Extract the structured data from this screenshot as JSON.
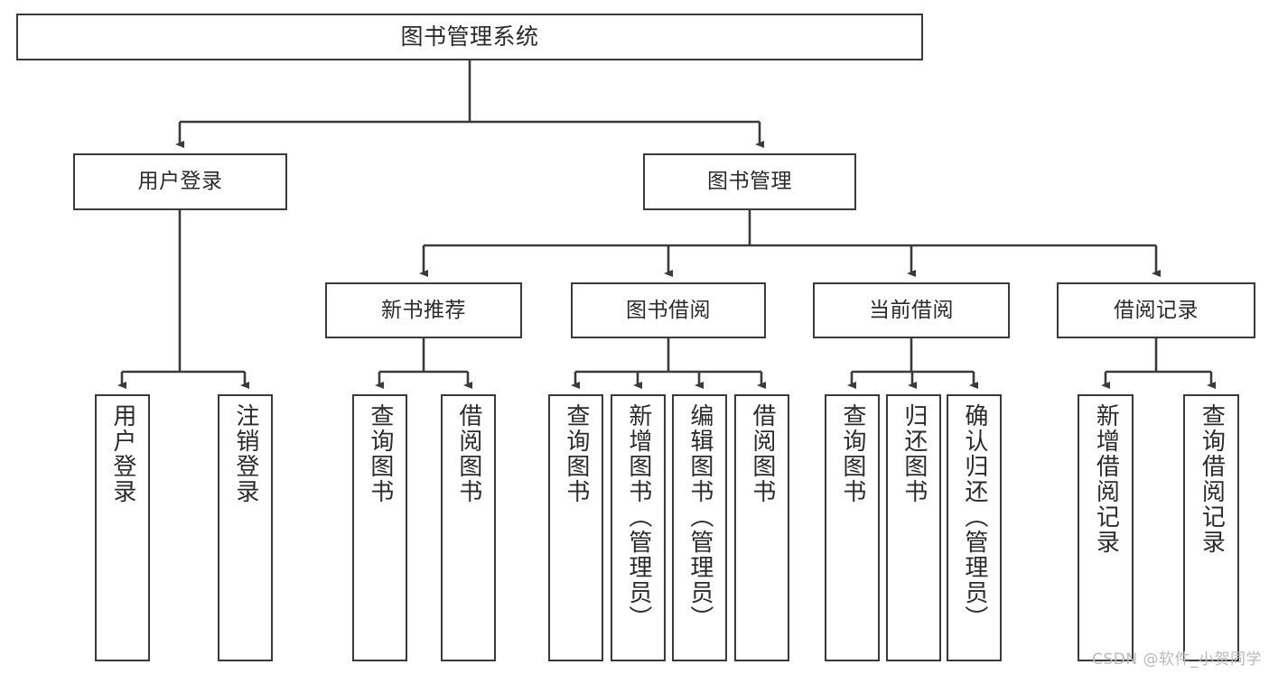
{
  "diagram": {
    "title": "图书管理系统",
    "type": "tree",
    "stroke_color": "#3a3a3a",
    "fill_color": "#ffffff",
    "text_color": "#2b2b2b",
    "root": {
      "id": "root",
      "label": "图书管理系统"
    },
    "branches": [
      {
        "id": "user-login",
        "label": "用户登录"
      },
      {
        "id": "book-manage",
        "label": "图书管理"
      },
      {
        "id": "new-book-rec",
        "label": "新书推荐"
      },
      {
        "id": "book-borrow",
        "label": "图书借阅"
      },
      {
        "id": "current-borrow",
        "label": "当前借阅"
      },
      {
        "id": "borrow-record",
        "label": "借阅记录"
      }
    ],
    "leaves": [
      {
        "id": "leaf-user-login",
        "label": "用户登录",
        "parent": "user-login"
      },
      {
        "id": "leaf-user-logout",
        "label": "注销登录",
        "parent": "user-login"
      },
      {
        "id": "leaf-rec-query",
        "label": "查询图书",
        "parent": "new-book-rec"
      },
      {
        "id": "leaf-rec-borrow",
        "label": "借阅图书",
        "parent": "new-book-rec"
      },
      {
        "id": "leaf-borrow-query",
        "label": "查询图书",
        "parent": "book-borrow"
      },
      {
        "id": "leaf-borrow-add",
        "label": "新增图书（管理员）",
        "parent": "book-borrow"
      },
      {
        "id": "leaf-borrow-edit",
        "label": "编辑图书（管理员）",
        "parent": "book-borrow"
      },
      {
        "id": "leaf-borrow-lend",
        "label": "借阅图书",
        "parent": "book-borrow"
      },
      {
        "id": "leaf-current-query",
        "label": "查询图书",
        "parent": "current-borrow"
      },
      {
        "id": "leaf-current-return",
        "label": "归还图书",
        "parent": "current-borrow"
      },
      {
        "id": "leaf-current-confirm",
        "label": "确认归还（管理员）",
        "parent": "current-borrow"
      },
      {
        "id": "leaf-record-add",
        "label": "新增借阅记录",
        "parent": "borrow-record"
      },
      {
        "id": "leaf-record-query",
        "label": "查询借阅记录",
        "parent": "borrow-record"
      }
    ]
  },
  "watermark": {
    "text": "CSDN @软件_小贺同学"
  }
}
